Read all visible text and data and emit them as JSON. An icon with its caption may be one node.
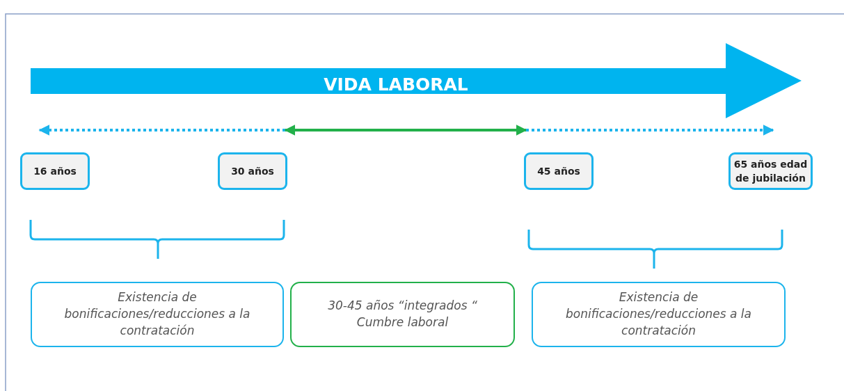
{
  "diagram": {
    "nodes": [
      {
        "text": [
          "VIDA LABORAL"
        ]
      },
      {
        "text": [
          "16 años"
        ]
      },
      {
        "text": [
          "30 años"
        ]
      },
      {
        "text": [
          "45 años"
        ]
      },
      {
        "text": [
          "65 años edad de jubilación"
        ]
      },
      {
        "text": [
          "Existencia de bonificaciones/reducciones a la contratación"
        ]
      },
      {
        "text": [
          "30-45 años “integrados “ Cumbre laboral"
        ]
      },
      {
        "text": [
          "Existencia de bonificaciones/reducciones a la contratación"
        ]
      }
    ],
    "edges": [
      {
        "from": 2,
        "to": 1,
        "arrow": "to",
        "style": "dashed"
      },
      {
        "from": 2,
        "to": 3,
        "arrow": "both",
        "color": "#22b04a"
      },
      {
        "from": 3,
        "to": 4,
        "arrow": "to",
        "style": "dashed"
      }
    ]
  }
}
